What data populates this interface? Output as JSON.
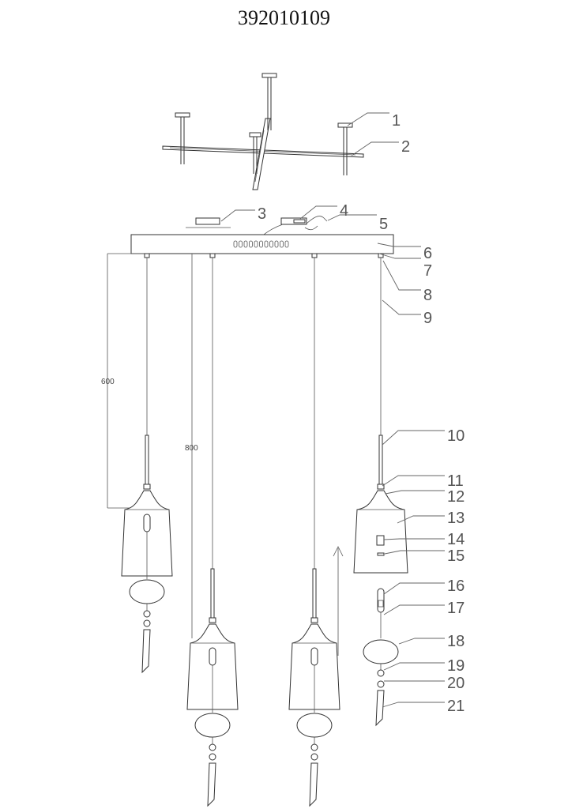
{
  "title": "392010109",
  "dimensions": {
    "short_drop": "600",
    "long_drop": "800"
  },
  "callouts": [
    "1",
    "2",
    "3",
    "4",
    "5",
    "6",
    "7",
    "8",
    "9",
    "10",
    "11",
    "12",
    "13",
    "14",
    "15",
    "16",
    "17",
    "18",
    "19",
    "20",
    "21"
  ]
}
